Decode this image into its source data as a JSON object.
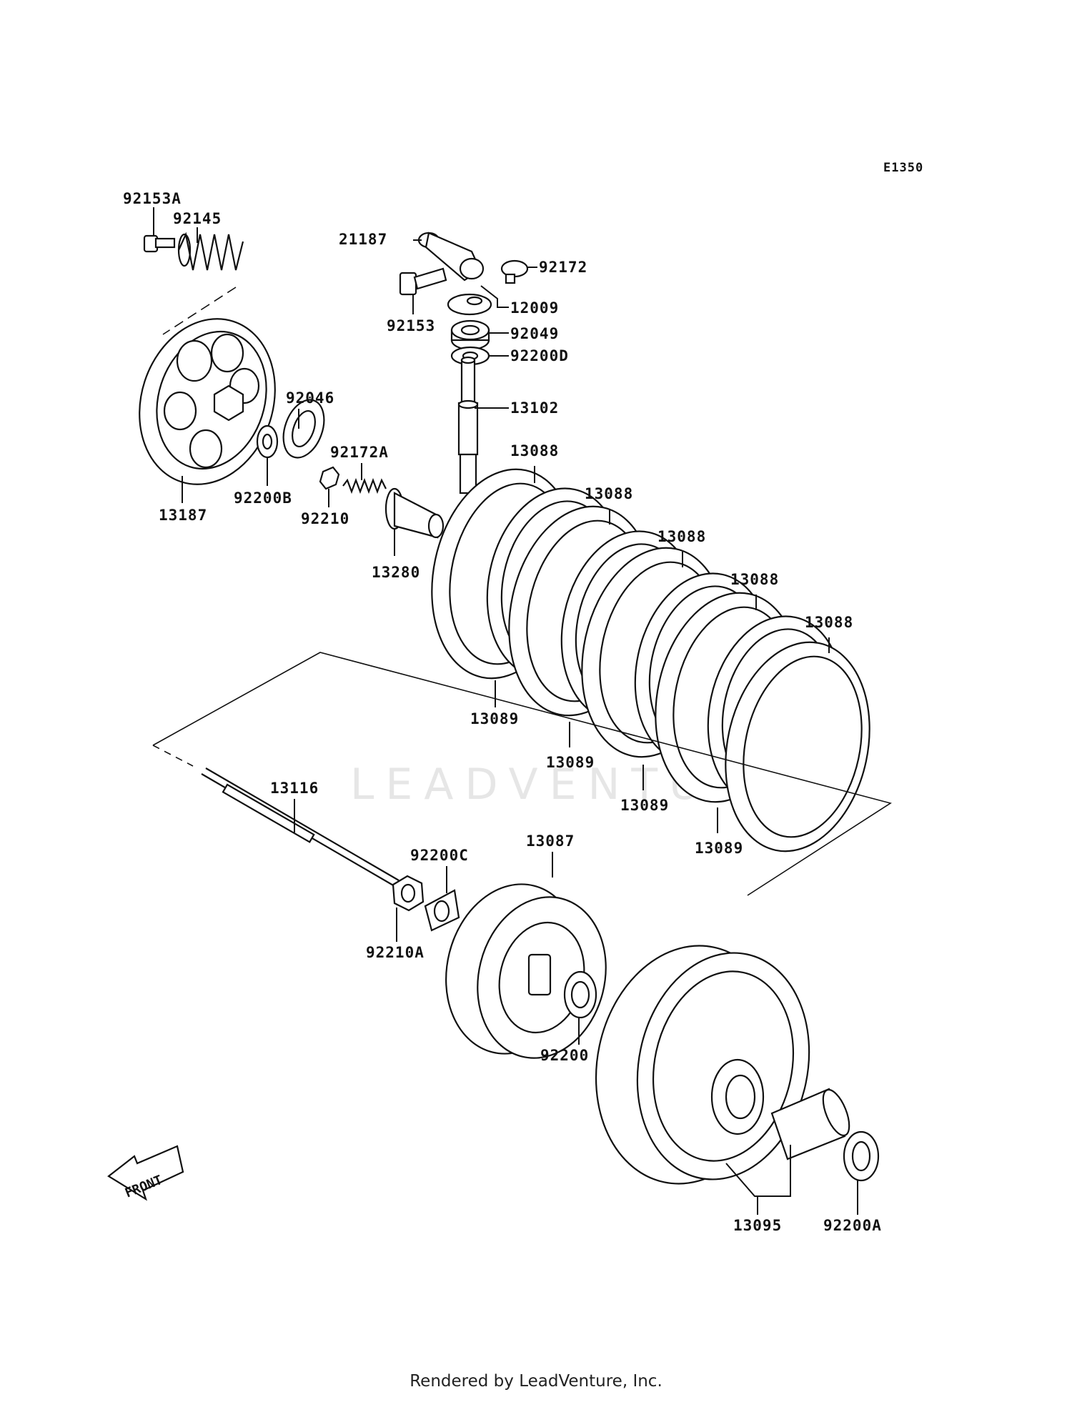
{
  "diagram_code": "E1350",
  "watermark": "LEADVENTURE",
  "footer": "Rendered by LeadVenture, Inc.",
  "front_label": "FRONT",
  "parts": {
    "p92153A": "92153A",
    "p92145": "92145",
    "p21187": "21187",
    "p92172": "92172",
    "p12009": "12009",
    "p92153": "92153",
    "p92049": "92049",
    "p92200D": "92200D",
    "p13102": "13102",
    "p92046": "92046",
    "p92172A": "92172A",
    "p92200B": "92200B",
    "p92210": "92210",
    "p13187": "13187",
    "p13280": "13280",
    "p13088": "13088",
    "p13089": "13089",
    "p13116": "13116",
    "p92200C": "92200C",
    "p13087": "13087",
    "p92210A": "92210A",
    "p92200": "92200",
    "p13095": "13095",
    "p92200A": "92200A"
  }
}
